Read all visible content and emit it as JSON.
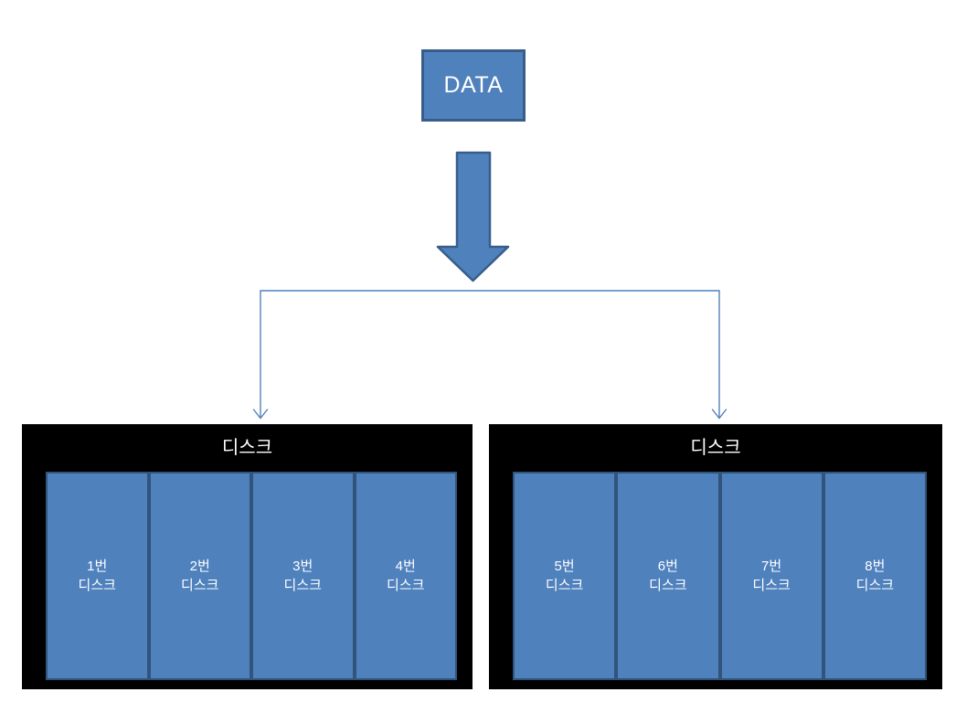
{
  "diagram": {
    "source_label": "DATA",
    "groups": [
      {
        "title": "디스크",
        "disks": [
          {
            "number": "1번",
            "name": "디스크"
          },
          {
            "number": "2번",
            "name": "디스크"
          },
          {
            "number": "3번",
            "name": "디스크"
          },
          {
            "number": "4번",
            "name": "디스크"
          }
        ]
      },
      {
        "title": "디스크",
        "disks": [
          {
            "number": "5번",
            "name": "디스크"
          },
          {
            "number": "6번",
            "name": "디스크"
          },
          {
            "number": "7번",
            "name": "디스크"
          },
          {
            "number": "8번",
            "name": "디스크"
          }
        ]
      }
    ],
    "colors": {
      "shape_fill": "#4f81bd",
      "shape_border": "#385d8a",
      "disk_border": "#31547c",
      "connector": "#4f81bd",
      "group_background": "#000000",
      "text": "#ffffff"
    }
  }
}
